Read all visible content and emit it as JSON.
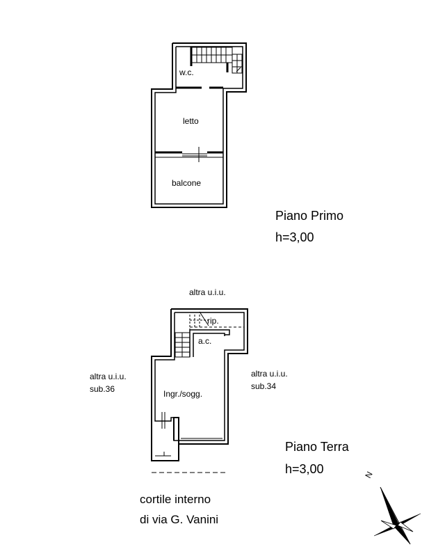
{
  "first_floor": {
    "rooms": {
      "wc": "w.c.",
      "letto": "letto",
      "balcone": "balcone"
    },
    "title": "Piano Primo",
    "height": "h=3,00"
  },
  "ground_floor": {
    "rooms": {
      "rip": "rip.",
      "ac": "a.c.",
      "ingresso": "Ingr./sogg."
    },
    "neighbors": {
      "top": "altra u.i.u.",
      "left_line1": "altra u.i.u.",
      "left_line2": "sub.36",
      "right_line1": "altra u.i.u.",
      "right_line2": "sub.34"
    },
    "title": "Piano Terra",
    "height": "h=3,00"
  },
  "courtyard": {
    "line1": "cortile interno",
    "line2": "di via G. Vanini"
  },
  "compass": {
    "north_letter": "N"
  }
}
